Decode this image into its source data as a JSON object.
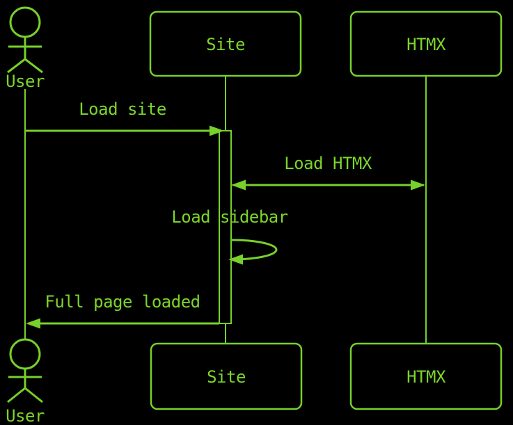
{
  "colors": {
    "background": "#000000",
    "accent": "#77d02b",
    "text": "#7cd62a"
  },
  "diagram": {
    "type": "sequence-diagram",
    "actors": [
      {
        "id": "user",
        "kind": "actor",
        "label": "User"
      },
      {
        "id": "site",
        "kind": "participant",
        "label": "Site"
      },
      {
        "id": "htmx",
        "kind": "participant",
        "label": "HTMX"
      }
    ],
    "messages": [
      {
        "from": "user",
        "to": "site",
        "type": "arrow-right",
        "label": "Load site"
      },
      {
        "from": "site",
        "to": "htmx",
        "type": "arrow-both",
        "label": "Load HTMX"
      },
      {
        "from": "site",
        "to": "site",
        "type": "self-loop",
        "label": "Load sidebar"
      },
      {
        "from": "site",
        "to": "user",
        "type": "arrow-left",
        "label": "Full page loaded"
      }
    ]
  }
}
